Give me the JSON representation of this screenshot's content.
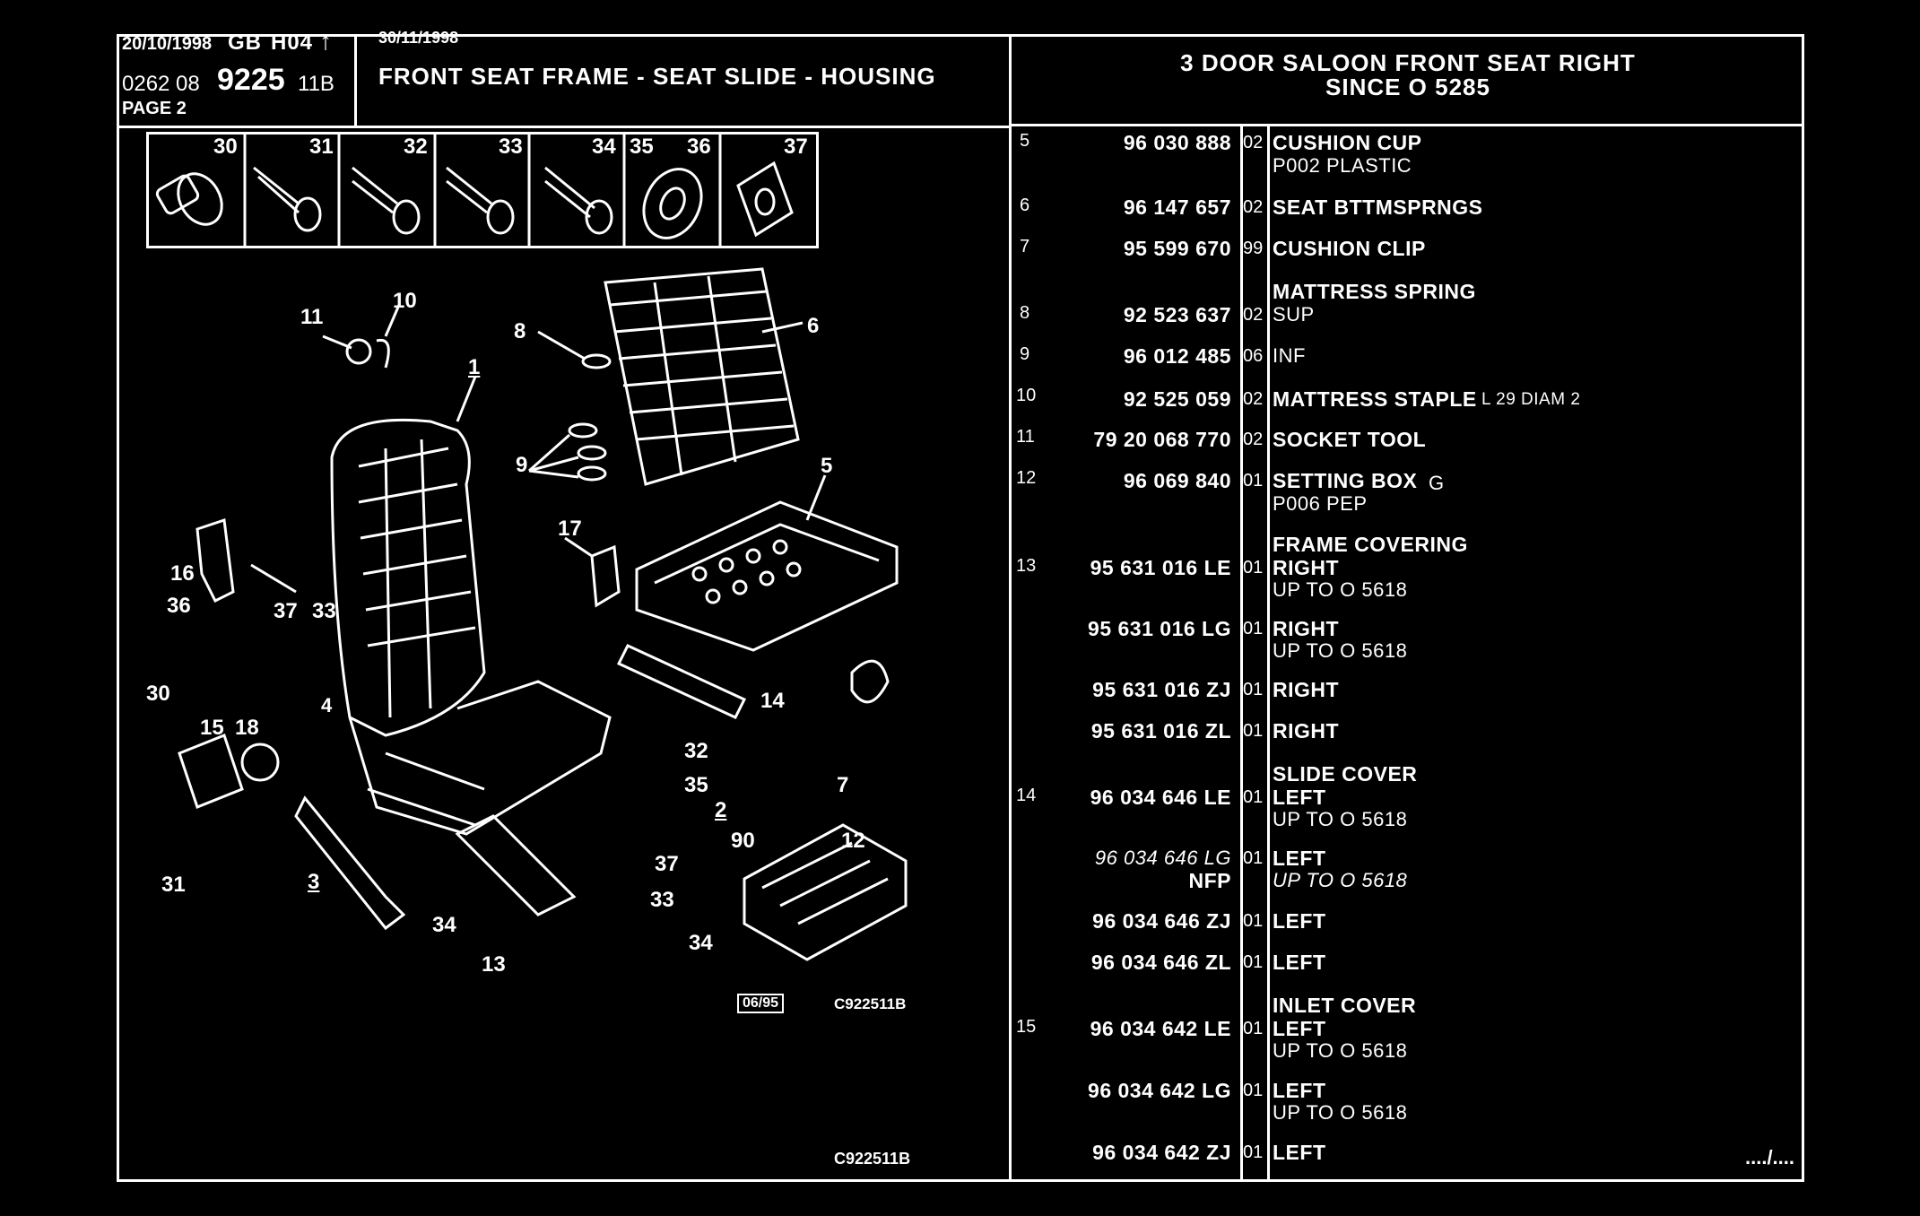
{
  "header": {
    "date_left": "20/10/1998",
    "lang": "GB",
    "code": "H04",
    "arrow": "↑",
    "ref_prefix": "0262  08",
    "ref_main": "9225",
    "ref_suffix": "11B",
    "page": "PAGE 2",
    "date_mid": "30/11/1998",
    "section_title": "FRONT SEAT FRAME - SEAT SLIDE - HOUSING",
    "right_title_1": "3 DOOR SALOON FRONT SEAT RIGHT",
    "right_title_2": "SINCE  O       5285"
  },
  "fasteners": [
    "30",
    "31",
    "32",
    "33",
    "34",
    "35",
    "36",
    "37"
  ],
  "diagram": {
    "labels": [
      "11",
      "10",
      "8",
      "6",
      "1",
      "9",
      "5",
      "17",
      "16",
      "36",
      "37",
      "33",
      "30",
      "15",
      "18",
      "4",
      "14",
      "7",
      "32",
      "35",
      "2",
      "90",
      "12",
      "31",
      "3",
      "34",
      "37",
      "33",
      "13",
      "34"
    ],
    "stamp": "06/95",
    "code_small": "C922511B",
    "code_bottom": "C922511B"
  },
  "parts": [
    {
      "idx": "5",
      "num": "96 030 888",
      "qty": "02",
      "desc": "CUSHION CUP",
      "sub": "P002 PLASTIC"
    },
    {
      "idx": "6",
      "num": "96 147 657",
      "qty": "02",
      "desc": "SEAT BTTMSPRNGS",
      "sub": ""
    },
    {
      "idx": "7",
      "num": "95 599 670",
      "qty": "99",
      "desc": "CUSHION CLIP",
      "sub": ""
    },
    {
      "idx": "",
      "num": "",
      "qty": "",
      "desc": "MATTRESS SPRING",
      "sub": ""
    },
    {
      "idx": "8",
      "num": "92 523 637",
      "qty": "02",
      "desc": "",
      "sub": "SUP"
    },
    {
      "idx": "9",
      "num": "96 012 485",
      "qty": "06",
      "desc": "",
      "sub": "INF"
    },
    {
      "idx": "10",
      "num": "92 525 059",
      "qty": "02",
      "desc": "MATTRESS STAPLE",
      "sub": "L 29 DIAM 2"
    },
    {
      "idx": "11",
      "num": "79 20 068 770",
      "qty": "02",
      "desc": "SOCKET TOOL",
      "sub": ""
    },
    {
      "idx": "12",
      "num": "96 069 840",
      "qty": "01",
      "desc": "SETTING BOX",
      "sub": "G",
      "sub2": "P006 PEP"
    },
    {
      "idx": "",
      "num": "",
      "qty": "",
      "desc": "FRAME COVERING",
      "sub": ""
    },
    {
      "idx": "13",
      "num": "95 631 016 LE",
      "qty": "01",
      "desc": "RIGHT",
      "sub": "UP TO  O  5618"
    },
    {
      "idx": "",
      "num": "95 631 016 LG",
      "qty": "01",
      "desc": "RIGHT",
      "sub": "UP TO  O  5618"
    },
    {
      "idx": "",
      "num": "95 631 016 ZJ",
      "qty": "01",
      "desc": "RIGHT",
      "sub": ""
    },
    {
      "idx": "",
      "num": "95 631 016 ZL",
      "qty": "01",
      "desc": "RIGHT",
      "sub": ""
    },
    {
      "idx": "",
      "num": "",
      "qty": "",
      "desc": "SLIDE COVER",
      "sub": ""
    },
    {
      "idx": "14",
      "num": "96 034 646 LE",
      "qty": "01",
      "desc": "LEFT",
      "sub": "UP TO  O  5618"
    },
    {
      "idx": "",
      "num": "96 034 646 LG",
      "qty": "01",
      "desc": "LEFT",
      "sub": "UP TO  O  5618",
      "nfp": "NFP"
    },
    {
      "idx": "",
      "num": "96 034 646 ZJ",
      "qty": "01",
      "desc": "LEFT",
      "sub": ""
    },
    {
      "idx": "",
      "num": "96 034 646 ZL",
      "qty": "01",
      "desc": "LEFT",
      "sub": ""
    },
    {
      "idx": "",
      "num": "",
      "qty": "",
      "desc": "INLET COVER",
      "sub": ""
    },
    {
      "idx": "15",
      "num": "96 034 642 LE",
      "qty": "01",
      "desc": "LEFT",
      "sub": "UP TO  O  5618"
    },
    {
      "idx": "",
      "num": "96 034 642 LG",
      "qty": "01",
      "desc": "LEFT",
      "sub": "UP TO  O  5618"
    },
    {
      "idx": "",
      "num": "96 034 642 ZJ",
      "qty": "01",
      "desc": "LEFT",
      "sub": ""
    }
  ],
  "continuation": "..../...."
}
